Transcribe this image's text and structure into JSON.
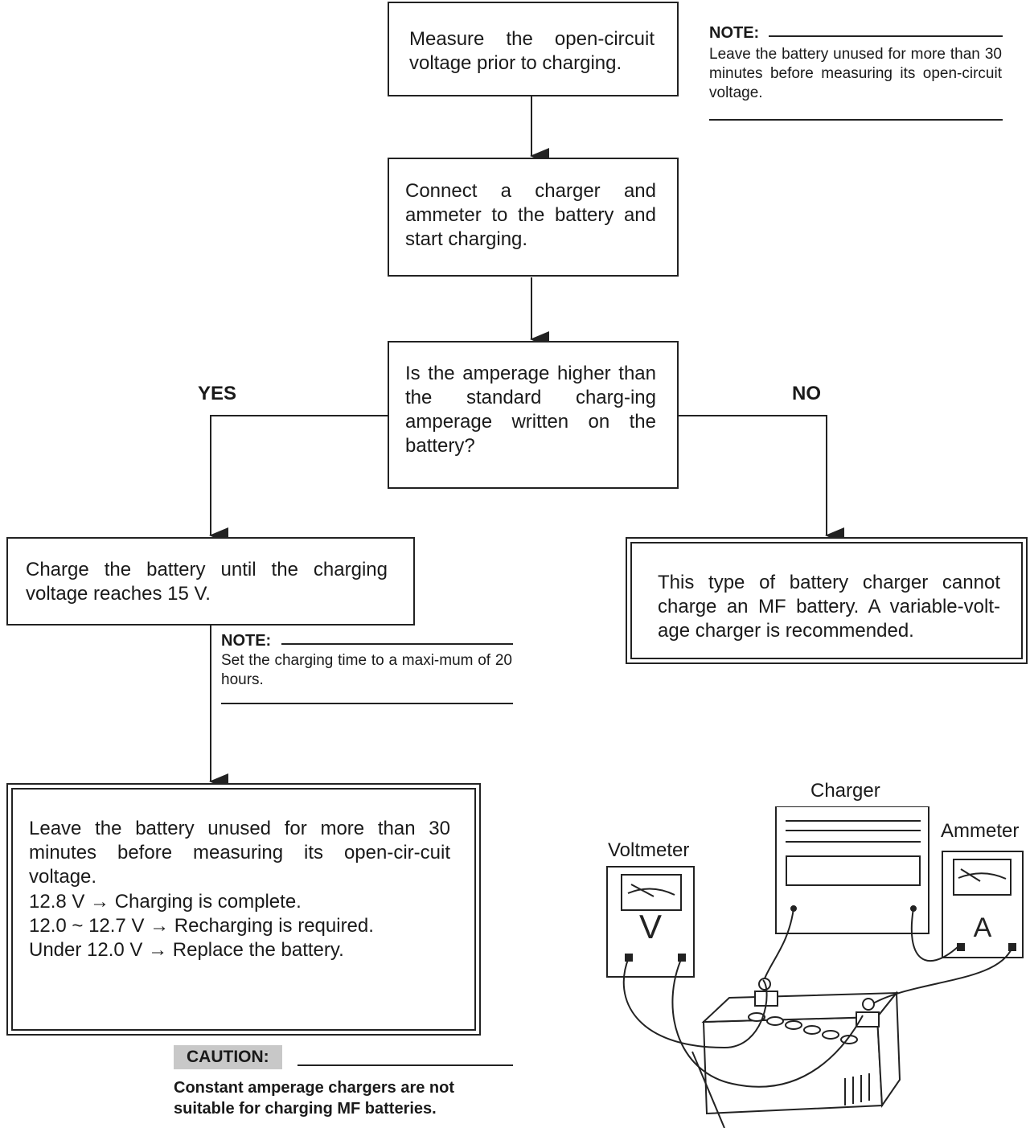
{
  "step1": {
    "text": "Measure the open-circuit voltage prior to charging."
  },
  "note1": {
    "title": "NOTE:",
    "body": "Leave the battery unused for more than 30 minutes before measuring its open-circuit voltage."
  },
  "step2": {
    "text": "Connect a charger and ammeter to the battery and start charging."
  },
  "decision": {
    "text": "Is the amperage higher than the standard charg-ing amperage written on the battery?"
  },
  "yes_label": "YES",
  "no_label": "NO",
  "yes_step": {
    "text": "Charge the battery until the charging voltage reaches 15 V."
  },
  "no_step": {
    "text": "This type of battery charger cannot charge an MF battery. A variable-volt-age charger is recommended."
  },
  "note2": {
    "title": "NOTE:",
    "body": "Set the charging time to a maxi-mum of 20 hours."
  },
  "final": {
    "intro": "Leave the battery unused for more than 30 minutes before measuring its open-cir-cuit voltage.",
    "results": [
      "12.8 V → Charging is complete.",
      "12.0 ~ 12.7 V → Recharging is required.",
      "Under 12.0 V → Replace the battery."
    ]
  },
  "caution": {
    "title": "CAUTION:",
    "body": "Constant amperage chargers are not suitable for charging MF batteries."
  },
  "illustration": {
    "charger_label": "Charger",
    "voltmeter_label": "Voltmeter",
    "ammeter_label": "Ammeter",
    "voltmeter_symbol": "V",
    "ammeter_symbol": "A"
  }
}
